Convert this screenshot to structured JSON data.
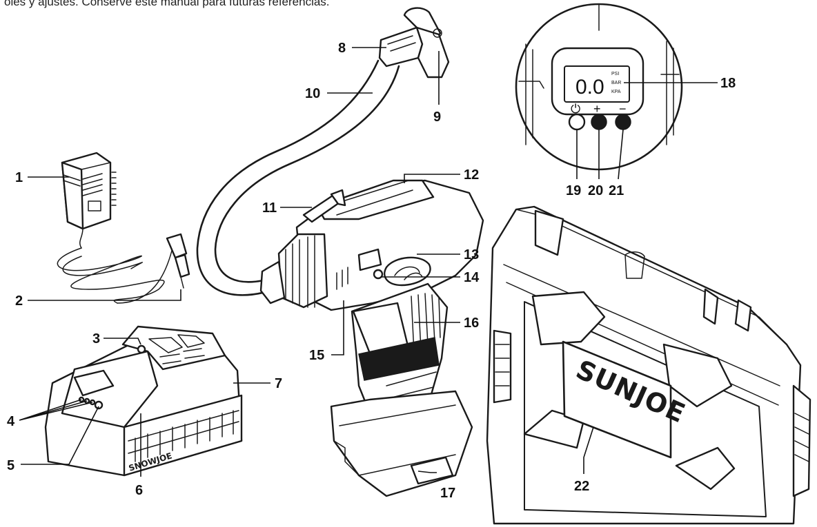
{
  "intro_text": "oles y ajustes. Conserve este manual para futuras referencias.",
  "display": {
    "reading": "0.0",
    "units": [
      "PSI",
      "BAR",
      "KPA"
    ],
    "power_symbol": "⏻",
    "plus_symbol": "+",
    "minus_symbol": "−"
  },
  "brand": {
    "case_logo": "SUNJOE",
    "battery_logo": "SNOWJOE"
  },
  "callouts": {
    "c1": "1",
    "c2": "2",
    "c3": "3",
    "c4": "4",
    "c5": "5",
    "c6": "6",
    "c7": "7",
    "c8": "8",
    "c9": "9",
    "c10": "10",
    "c11": "11",
    "c12": "12",
    "c13": "13",
    "c14": "14",
    "c15": "15",
    "c16": "16",
    "c17": "17",
    "c18": "18",
    "c19": "19",
    "c20": "20",
    "c21": "21",
    "c22": "22"
  }
}
